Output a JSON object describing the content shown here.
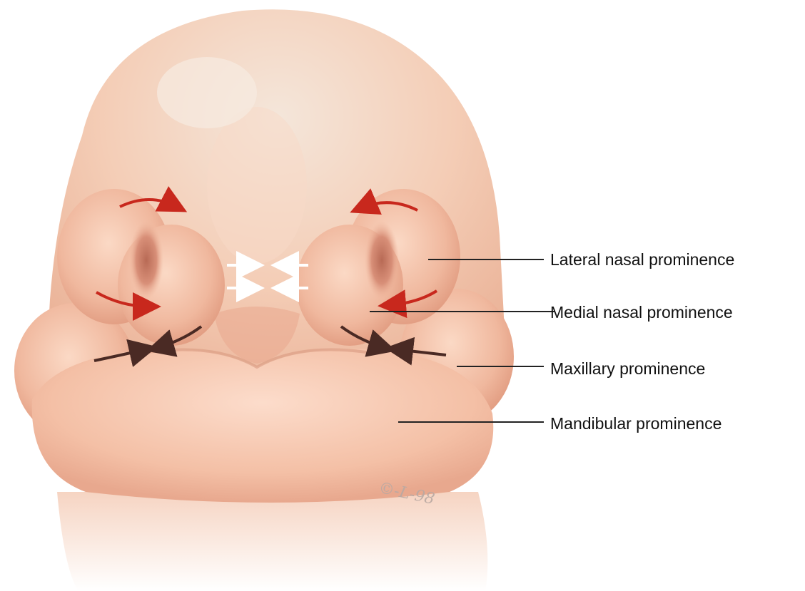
{
  "labels": {
    "lateral_nasal": "Lateral nasal prominence",
    "medial_nasal": "Medial nasal prominence",
    "maxillary": "Maxillary prominence",
    "mandibular": "Mandibular prominence"
  },
  "signature": "©-L-98",
  "colors": {
    "skin": "#f3c2a8",
    "skin_light": "#fbe3d3",
    "skin_shadow": "#d98f78",
    "head_top": "#efe0d2",
    "red_arrow": "#c8281d",
    "dark_arrow": "#4a2a24",
    "white_arrow": "#ffffff",
    "leader_line": "#222222"
  }
}
